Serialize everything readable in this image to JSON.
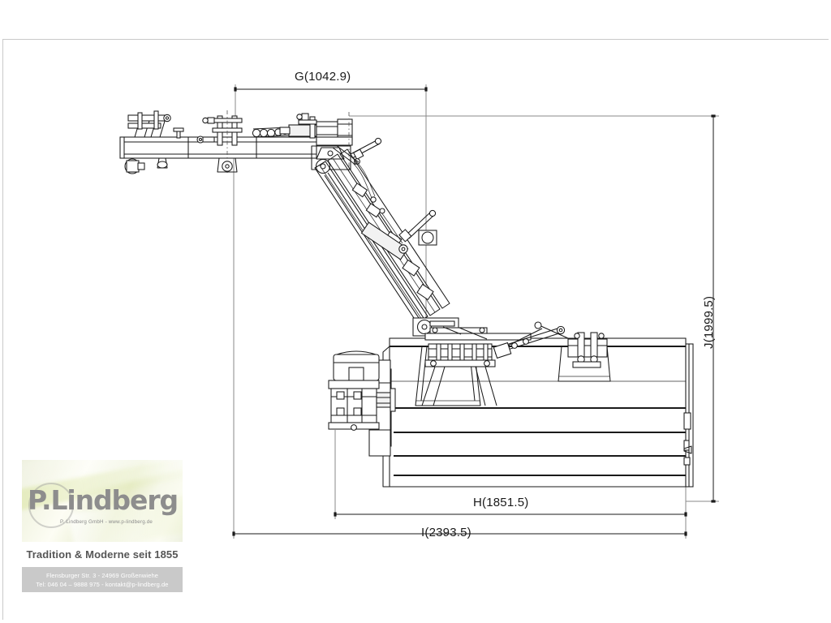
{
  "sheet": {
    "background_color": "#ffffff",
    "frame_color": "#c9c9c9",
    "line_color": "#1a1a1a"
  },
  "dimensions": {
    "g": {
      "label": "G(1042.9)",
      "key": "G",
      "value": 1042.9,
      "orientation": "horizontal-top"
    },
    "h": {
      "label": "H(1851.5)",
      "key": "H",
      "value": 1851.5,
      "orientation": "horizontal-bottom"
    },
    "i": {
      "label": "I(2393.5)",
      "key": "I",
      "value": 2393.5,
      "orientation": "horizontal-bottom"
    },
    "j": {
      "label": "J(1999.5)",
      "key": "J",
      "value": 1999.5,
      "orientation": "vertical-right"
    }
  },
  "logo": {
    "wordmark": "P.Lindberg",
    "subtitle": "P. Lindberg GmbH   -   www.p-lindberg.de",
    "tagline": "Tradition & Moderne seit 1855",
    "address": "Flensburger Str. 3 - 24969 Großenwiehe",
    "contact": "Tel: 046 04 – 9888 975 - kontakt@p-lindberg.de",
    "wordmark_color": "#8d8d8d",
    "band_color": "#c9c9c9"
  },
  "drawing": {
    "title": "Side elevation of tractor-mounted verge flail mulcher",
    "parts": [
      "three-point-hitch-frame",
      "diagonal-boom-arm",
      "parallel-linkage",
      "hydraulic-cylinder",
      "pivot-joint",
      "mulcher-head-body",
      "gearbox",
      "pto-shaft-stub",
      "roller-drum",
      "deflector-hood"
    ]
  }
}
